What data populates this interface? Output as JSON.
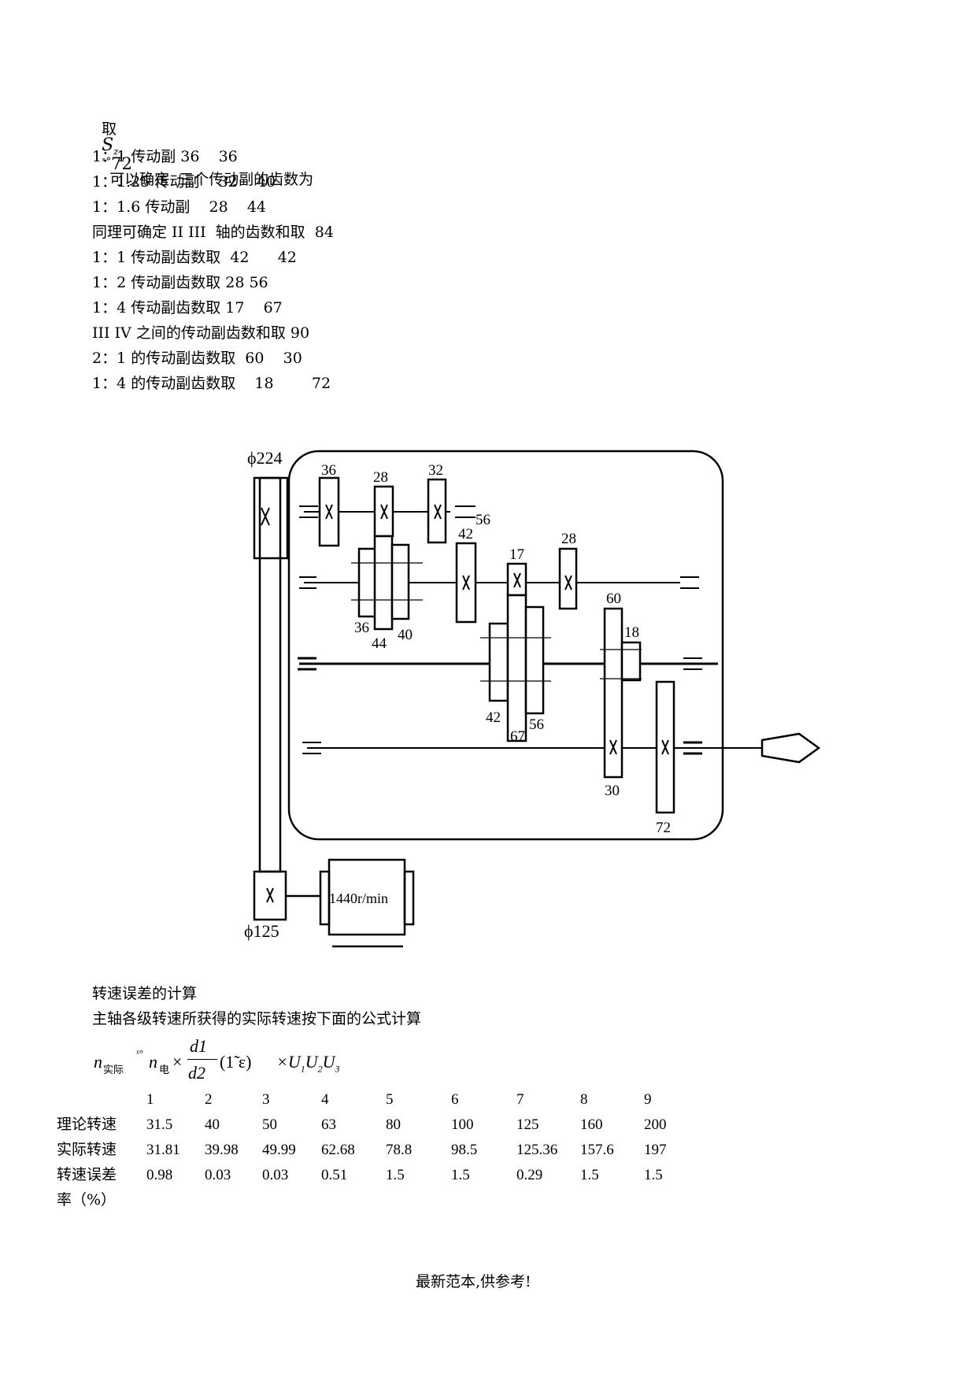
{
  "intro": {
    "prefix": "取",
    "sym": "S",
    "sub": "z",
    "approx": "ˣ°",
    "value": "72",
    "rest": "可以确定  三个传动副的齿数为"
  },
  "lines": [
    "1：1 传动副 36    36",
    "1：1.25 传动副    32    40",
    "1：1.6 传动副    28    44",
    "同理可确定 II III  轴的齿数和取  84",
    "1：1 传动副齿数取  42      42",
    "1：2 传动副齿数取 28 56",
    "1：4 传动副齿数取 17    67",
    "III IV 之间的传动副齿数和取 90",
    "2：1 的传动副齿数取  60    30",
    "1：4 的传动副齿数取    18        72"
  ],
  "diagram": {
    "pulley_top": "ϕ224",
    "pulley_bottom": "ϕ125",
    "motor_label": "1440r/min",
    "gear_labels": {
      "g36a": "36",
      "g28a": "28",
      "g32": "32",
      "g56a": "56",
      "g42a": "42",
      "g17": "17",
      "g28b": "28",
      "g60": "60",
      "g18": "18",
      "g36b": "36",
      "g44": "44",
      "g40": "40",
      "g42b": "42",
      "g67": "67",
      "g56b": "56",
      "g30": "30",
      "g72": "72"
    }
  },
  "section": {
    "heading": "转速误差的计算",
    "desc": "主轴各级转速所获得的实际转速按下面的公式计算"
  },
  "formula": {
    "n": "n",
    "sub_actual": "实际",
    "approx": "ˣ°",
    "sub_motor": "电",
    "times": "×",
    "num": "d1",
    "den": "d2",
    "paren": "(1̃    ε)",
    "u_expr": "×U",
    "u1": "1",
    "u2": "2",
    "u3": "3"
  },
  "table": {
    "headers": [
      "1",
      "2",
      "3",
      "4",
      "5",
      "6",
      "7",
      "8",
      "9"
    ],
    "rows": [
      {
        "label": "理论转速",
        "values": [
          "31.5",
          "40",
          "50",
          "63",
          "80",
          "100",
          "125",
          "160",
          "200"
        ]
      },
      {
        "label": "实际转速",
        "values": [
          "31.81",
          "39.98",
          "49.99",
          "62.68",
          "78.8",
          "98.5",
          "125.36",
          "157.6",
          "197"
        ]
      },
      {
        "label": "转速误差",
        "values": [
          "0.98",
          "0.03",
          "0.03",
          "0.51",
          "1.5",
          "1.5",
          "0.29",
          "1.5",
          "1.5"
        ]
      }
    ],
    "label_cont": "率（%）"
  },
  "footer": "最新范本,供参考!"
}
